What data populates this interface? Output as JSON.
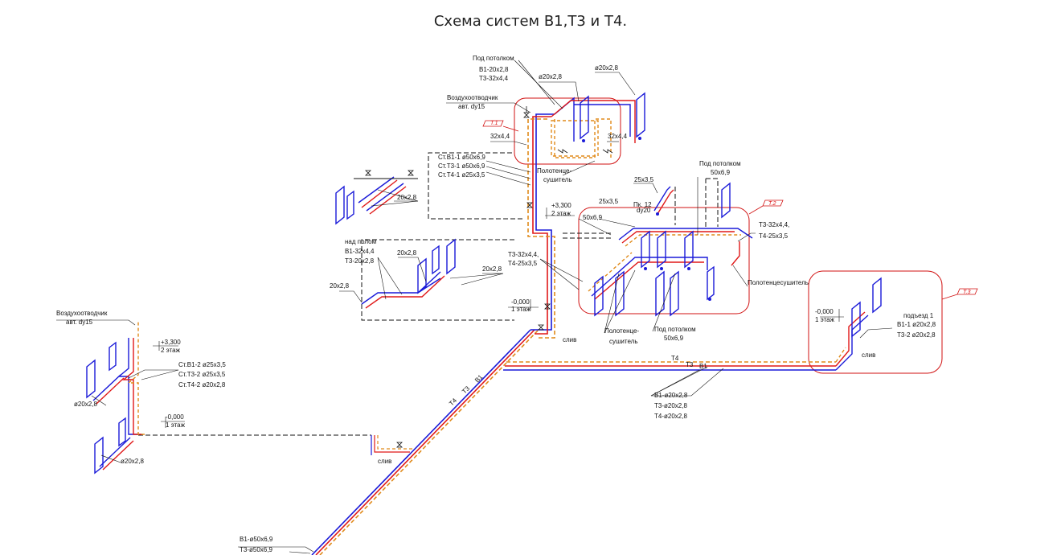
{
  "title": "Схема систем В1,Т3 и Т4.",
  "colors": {
    "b1": "#1a1ad8",
    "t3": "#e01818",
    "t4": "#e08a1a",
    "dim": "#111111",
    "zone": "#d11111"
  },
  "zones": {
    "z1": "Т.1",
    "z2": "Т.2",
    "z3": "Т.3"
  },
  "labels": {
    "pod_potolkom": "Под потолком",
    "b1_20": "В1-20х2,8",
    "t3_32": "Т3-32х4,4",
    "d20_a": "ø20х2,8",
    "d20_b": "ø20х2,8",
    "vozduh1": "Воздухоотводчик",
    "avt1": "авт. dy15",
    "s32_a": "32х4,4",
    "s32_b": "32х4,4",
    "st_b1_1": "Ст.В1-1 ø50х6,9",
    "st_t3_1": "Ст.Т3-1 ø50х6,9",
    "st_t4_1": "Ст.Т4-1 ø25х3,5",
    "polot1a": "Полотенце-",
    "polot1b": "сушитель",
    "s20_left": "20х2,8",
    "lev3300": "+3,300",
    "et2": "2 этаж",
    "nad_polom": "над полом",
    "b1_32": "В1-32х4,4",
    "t3_20": "Т3-20х2,8",
    "s20_m1": "20х2,8",
    "s20_m2": "20х2,8",
    "s20_m3": "20х2,8",
    "t3_32b": "Т3-32х4,4,",
    "t4_25b": "Т4-25х3,5",
    "lev0": "-0,000",
    "et1": "1 этаж",
    "sliv1": "слив",
    "pod_pot2": "Под потолком",
    "s50_a": "50х6,9",
    "s25_a": "25х3,5",
    "s25_b": "25х3,5",
    "pk": "Пк. 12",
    "dy20": "dy20",
    "s50_b": "50х6,9",
    "t3_32c": "Т3-32х4,4,",
    "t4_25c": "Т4-25х3,5",
    "polotfull": "Полотенцесушитель",
    "polot2a": "Полотенце-",
    "polot2b": "сушитель",
    "pod_pot3": "Под потолком",
    "s50_c": "50х6,9",
    "lev0_r": "-0,000",
    "et1_r": "1 этаж",
    "podjezd": "подъезд 1",
    "b1_1": "В1-1 ø20х2,8",
    "t3_2": "Т3-2 ø20х2,8",
    "sliv2": "слив",
    "t4_line": "Т4",
    "t3_line": "Т3",
    "b1_line": "В1",
    "b1_20x": "В1-ø20х2,8",
    "t3_20x": "Т3-ø20х2,8",
    "t4_20x": "Т4-ø20х2,8",
    "vozduh2": "Воздухоотводчик",
    "avt2": "авт. dy15",
    "lev3300_l": "+3,300",
    "et2_l": "2 этаж",
    "st_b1_2": "Ст.В1-2 ø25х3,5",
    "st_t3_2": "Ст.Т3-2 ø25х3,5",
    "st_t4_2": "Ст.Т4-2 ø20х2,8",
    "d20_l1": "ø20х2,8",
    "lev0_l": "-0,000",
    "et1_l": "1 этаж",
    "d20_l2": "ø20х2,8",
    "sliv3": "слив",
    "b1_50": "В1-ø50х6,9",
    "t3_50": "Т3-ø50х6,9",
    "diag_t4": "Т4",
    "diag_t3": "Т3",
    "diag_b1": "В1"
  }
}
